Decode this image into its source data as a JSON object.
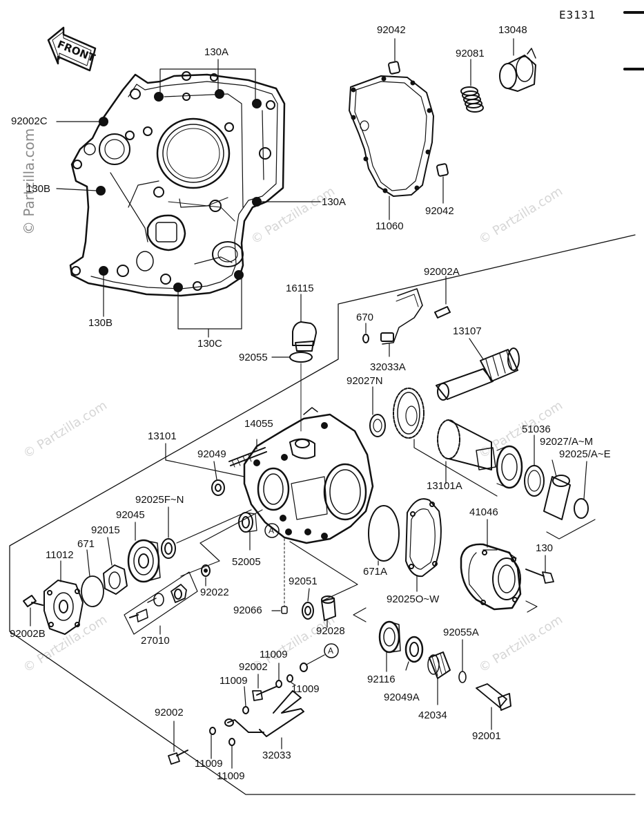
{
  "ref_code": "E3131",
  "front_label": "FRONT",
  "watermark_text": "© Partzilla.com",
  "colors": {
    "line": "#111111",
    "paper": "#ffffff",
    "watermark": "#d6d6d6"
  },
  "parts": {
    "p130A_top": "130A",
    "p92002C": "92002C",
    "p130B_left": "130B",
    "p130A_right": "130A",
    "p130B_bottom": "130B",
    "p130C": "130C",
    "p92042_top": "92042",
    "p13048": "13048",
    "p92081": "92081",
    "p11060": "11060",
    "p92042_bot": "92042",
    "p92002A": "92002A",
    "p16115": "16115",
    "p670": "670",
    "p13107": "13107",
    "p92055": "92055",
    "p32033A": "32033A",
    "p92027N": "92027N",
    "p13101": "13101",
    "p14055": "14055",
    "p51036": "51036",
    "p92027AM": "92027/A~M",
    "p92025AE": "92025/A~E",
    "p92049": "92049",
    "p13101A": "13101A",
    "p92025FN": "92025F~N",
    "p92045": "92045",
    "p41046": "41046",
    "p92015": "92015",
    "p671": "671",
    "p52005": "52005",
    "p130": "130",
    "p11012": "11012",
    "p671A": "671A",
    "p92051": "92051",
    "p92022": "92022",
    "p92025OW": "92025O~W",
    "p92066": "92066",
    "p92028": "92028",
    "p92002B": "92002B",
    "p27010": "27010",
    "p92055A": "92055A",
    "p11009_a": "11009",
    "p92002_mid": "92002",
    "p11009_b": "11009",
    "p11009_c": "11009",
    "p92116": "92116",
    "p92049A": "92049A",
    "p42034": "42034",
    "p92001": "92001",
    "p92002_low": "92002",
    "p32033": "32033",
    "p11009_d": "11009",
    "p11009_e": "11009"
  },
  "callouts": {
    "A1": "A",
    "A2": "A"
  }
}
